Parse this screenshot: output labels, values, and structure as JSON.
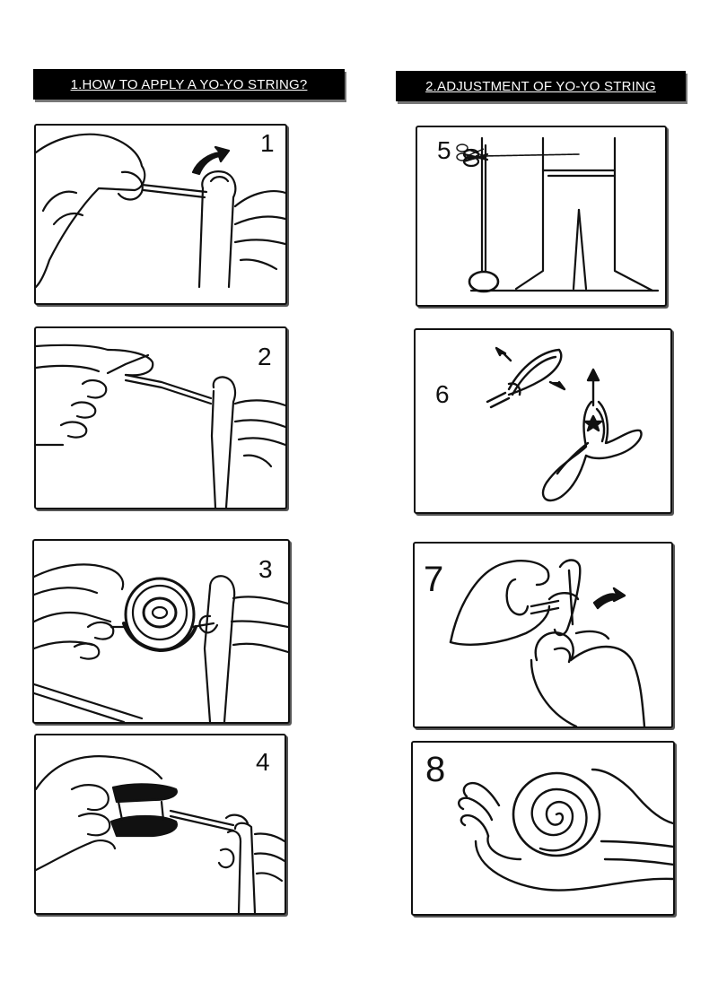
{
  "headers": {
    "section1": "1.HOW TO APPLY A YO-YO STRING?",
    "section2": "2.ADJUSTMENT OF YO-YO STRING"
  },
  "steps": {
    "step1": "1",
    "step2": "2",
    "step3": "3",
    "step4": "4",
    "step5": "5",
    "step6": "6",
    "step7": "7",
    "step8": "8"
  }
}
